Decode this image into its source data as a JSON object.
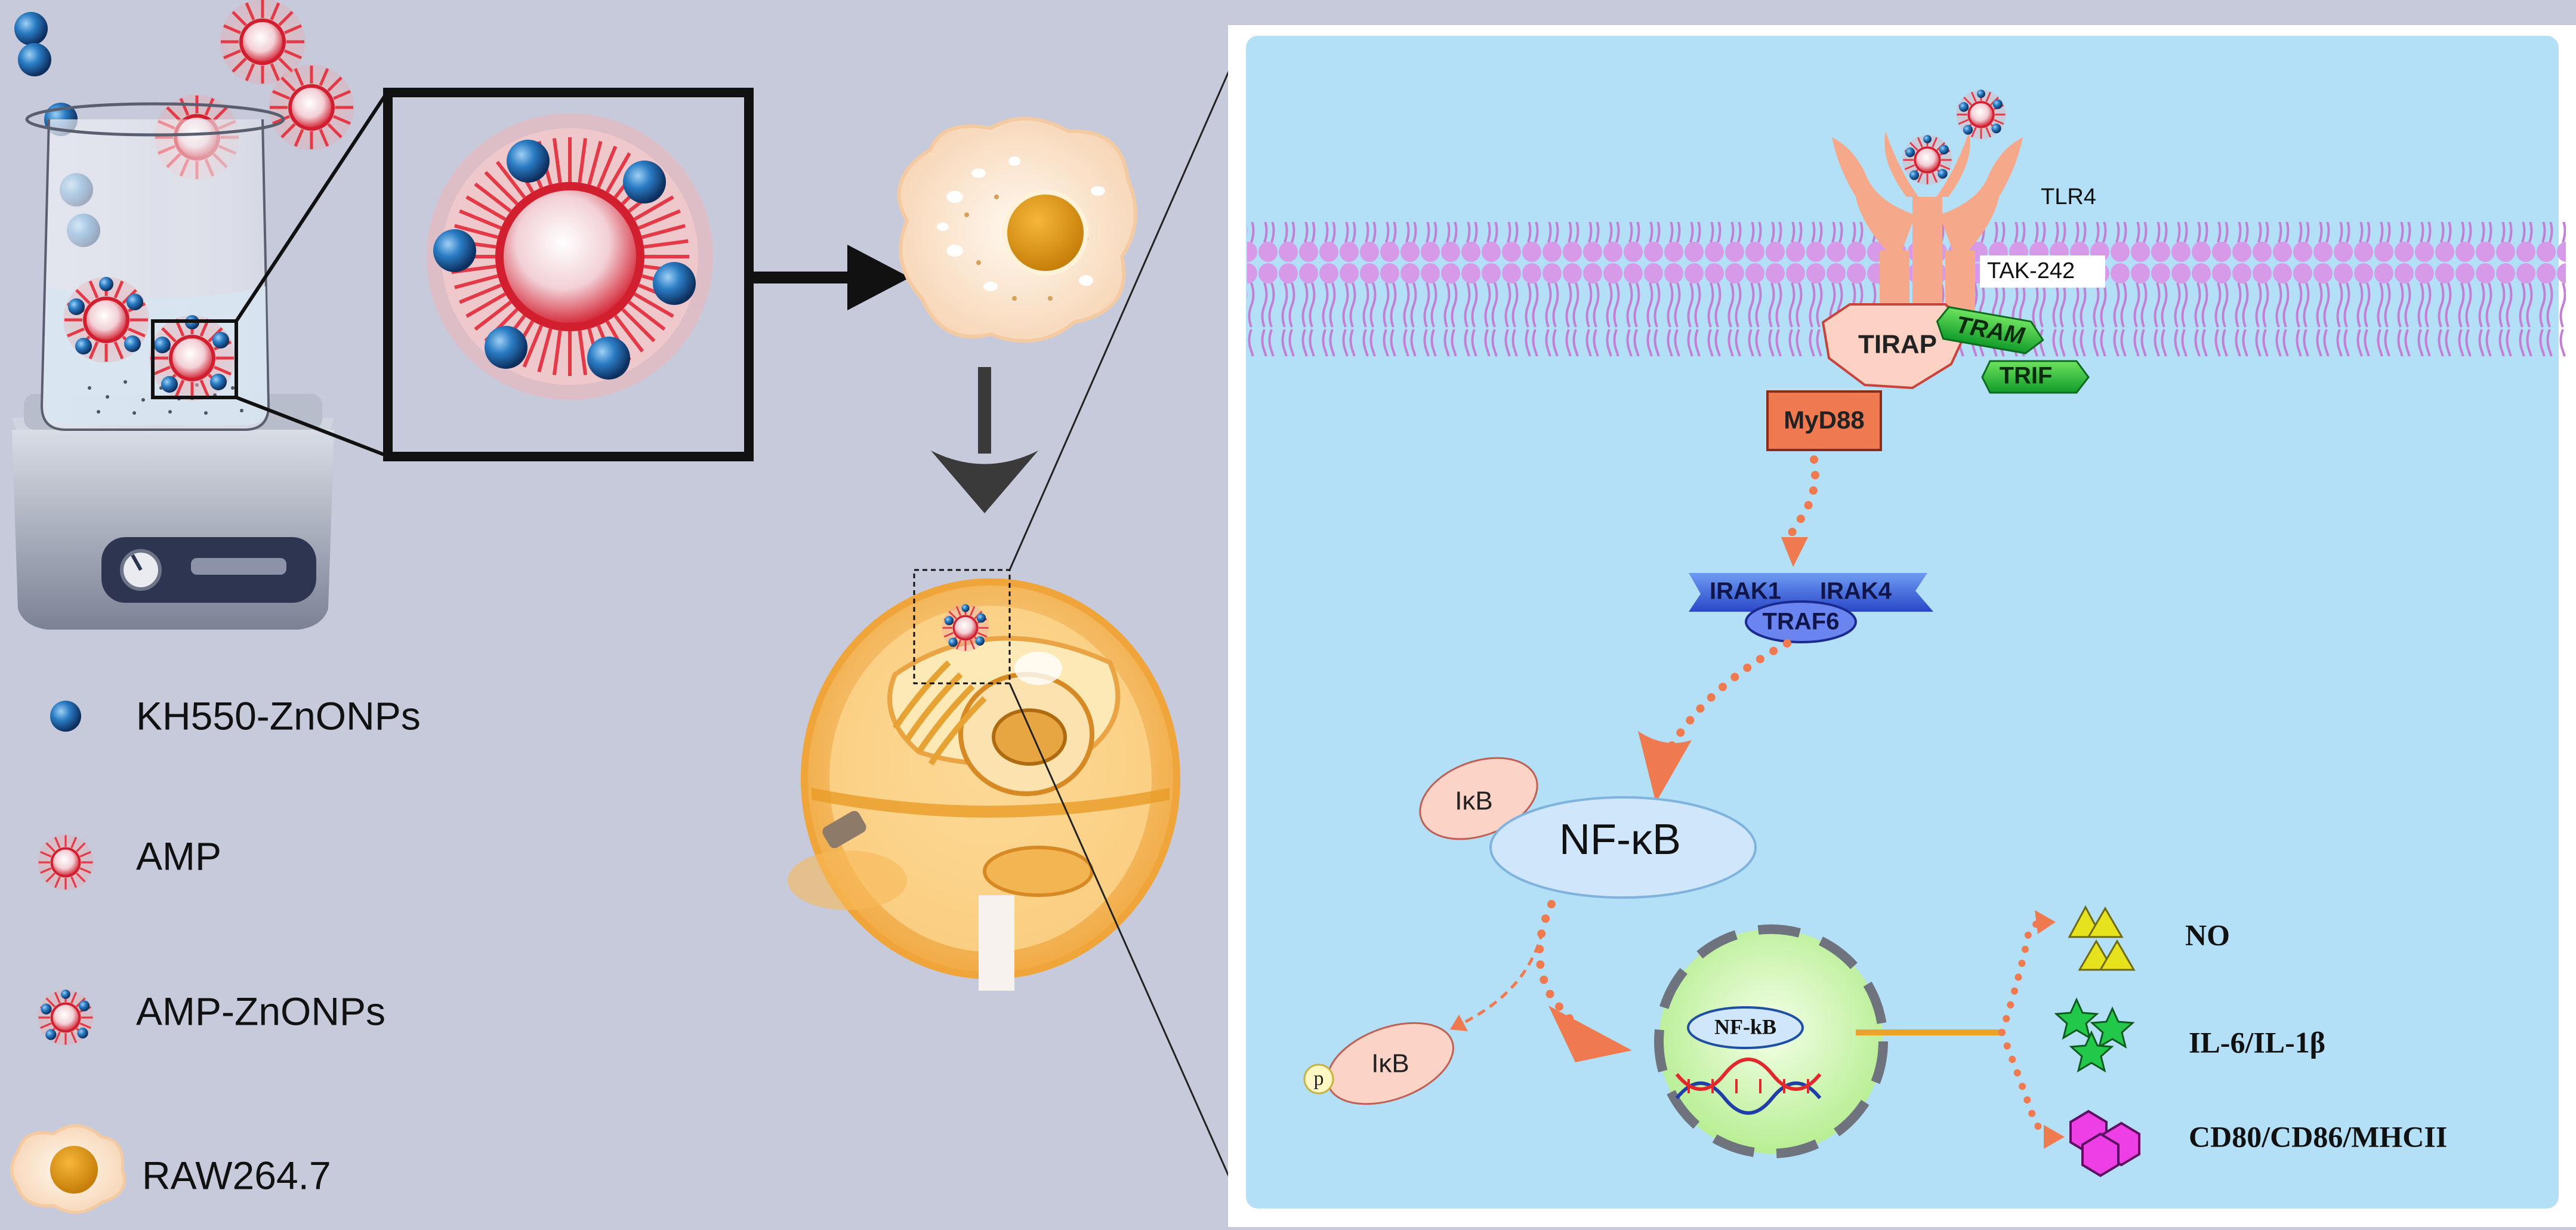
{
  "legend": {
    "znonp_label": "KH550-ZnONPs",
    "amp_label": "AMP",
    "amp_znonp_label": "AMP-ZnONPs",
    "raw_label": "RAW264.7"
  },
  "pathway": {
    "tlr4": "TLR4",
    "tak242": "TAK-242",
    "tirap": "TIRAP",
    "tram": "TRAM",
    "trif": "TRIF",
    "myd88": "MyD88",
    "irak1": "IRAK1",
    "irak4": "IRAK4",
    "traf6": "TRAF6",
    "ikb": "IκB",
    "nfkb": "NF-κB",
    "ikb_p": "IκB",
    "p_label": "p",
    "nucleus_nfkb": "NF-kB"
  },
  "outputs": {
    "no": "NO",
    "il": "IL-6/IL-1β",
    "cd": "CD80/CD86/MHCII"
  },
  "colors": {
    "panel_bg": "#b3e0f7",
    "left_bg": "#c6cadb",
    "membrane": "#d79ae8",
    "arrow": "#f07a50",
    "myd88": "#f07a50",
    "irak": "#3b5bd6",
    "tram": "#22b83a",
    "nucleus": "#c8f5b0",
    "no": "#e7e21e",
    "il": "#22c84a",
    "cd": "#ee3fe6"
  }
}
